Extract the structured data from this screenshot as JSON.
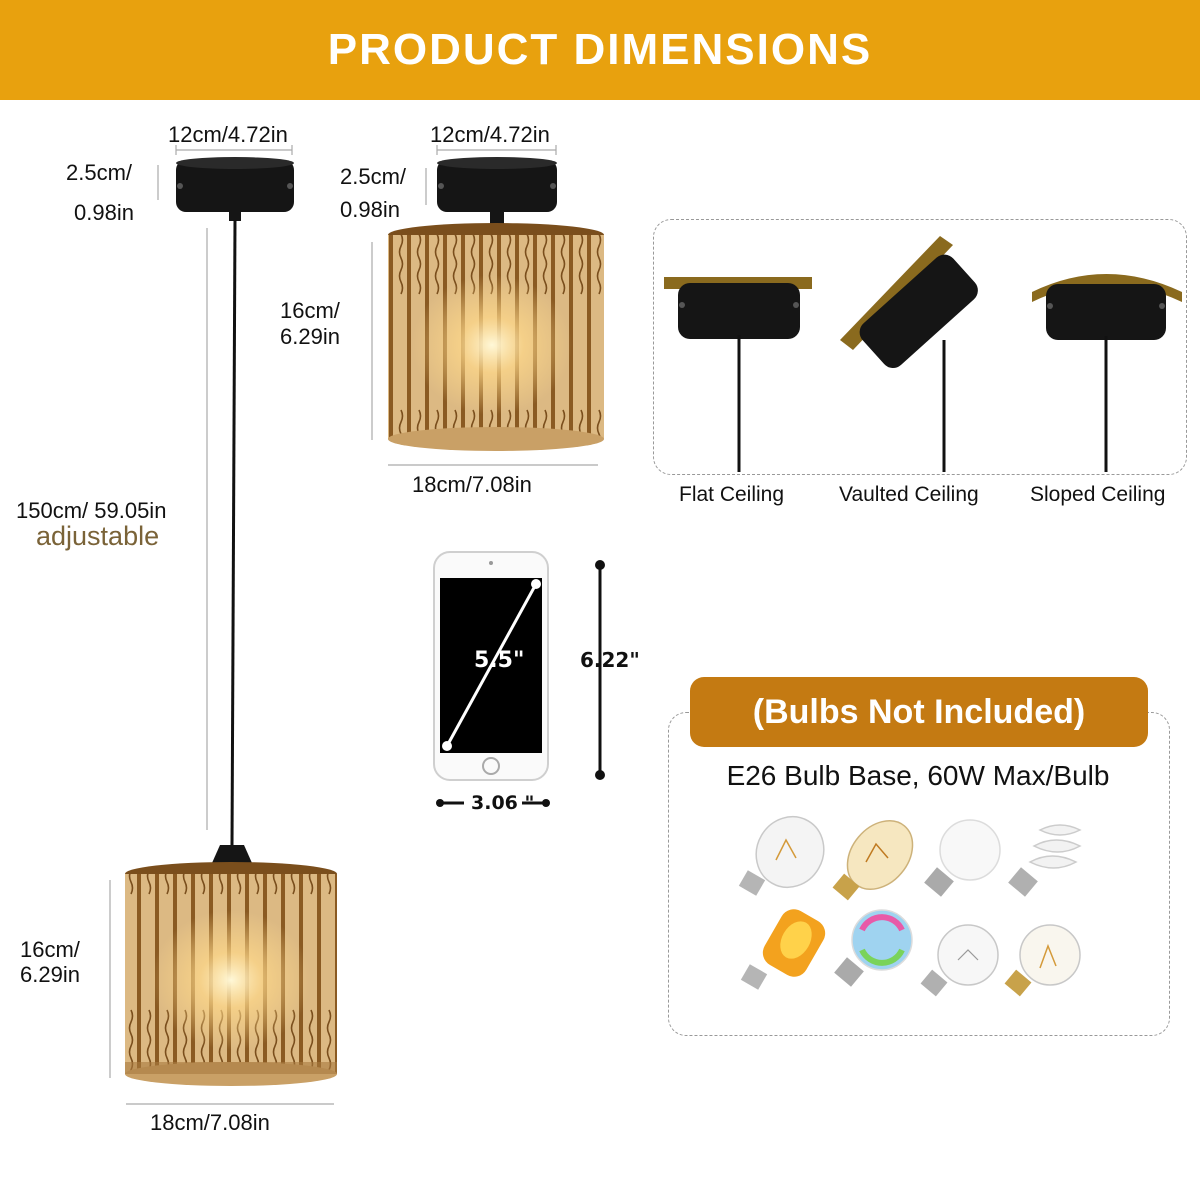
{
  "banner": {
    "title": "PRODUCT DIMENSIONS",
    "color": "#e8a10e"
  },
  "pendant": {
    "canopy_width": "12cm/4.72in",
    "canopy_height_line1": "2.5cm/",
    "canopy_height_line2": "0.98in",
    "cord_length": "150cm/ 59.05in",
    "cord_note": "adjustable",
    "shade_height_line1": "16cm/",
    "shade_height_line2": "6.29in",
    "shade_width": "18cm/7.08in"
  },
  "flush": {
    "canopy_width": "12cm/4.72in",
    "canopy_height_line1": "2.5cm/",
    "canopy_height_line2": "0.98in",
    "shade_height_line1": "16cm/",
    "shade_height_line2": "6.29in",
    "shade_width": "18cm/7.08in"
  },
  "ceilings": {
    "items": [
      {
        "label": "Flat Ceiling"
      },
      {
        "label": "Vaulted Ceiling"
      },
      {
        "label": "Sloped Ceiling"
      }
    ]
  },
  "phone": {
    "diagonal": "5.5\"",
    "height": "6.22\"",
    "width": "3.06 \""
  },
  "bulbs": {
    "note": "(Bulbs Not Included)",
    "spec": "E26 Bulb Base, 60W Max/Bulb",
    "icons": [
      "edison-st64-bulb-icon",
      "edison-tubular-bulb-icon",
      "led-a19-bulb-icon",
      "cfl-spiral-bulb-icon",
      "flame-effect-bulb-icon",
      "rgb-smart-bulb-icon",
      "clear-a19-bulb-icon",
      "filament-globe-bulb-icon"
    ],
    "accent": "#c47a12"
  },
  "colors": {
    "wood": "#d9b57e",
    "metal": "#151515"
  }
}
